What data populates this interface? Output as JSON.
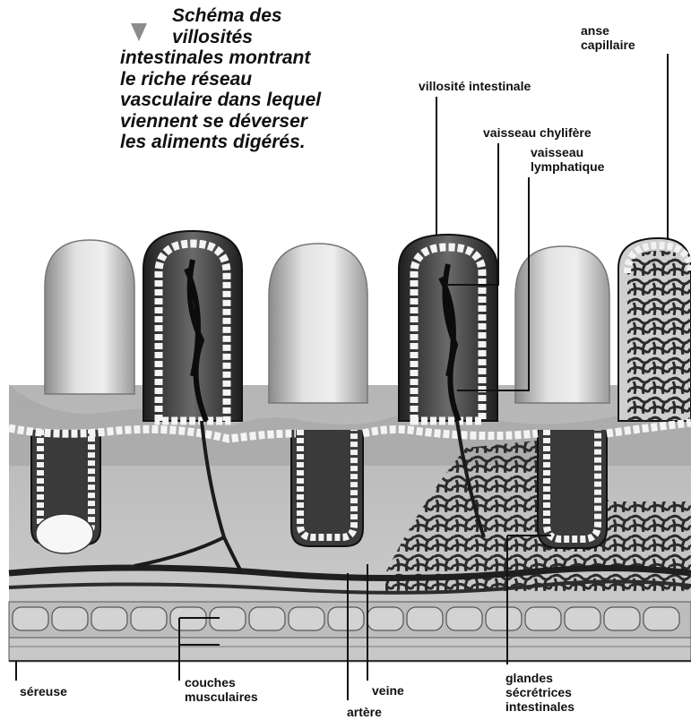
{
  "caption": {
    "lines": [
      "Schéma des",
      "villosités",
      "intestinales montrant",
      "le riche réseau",
      "vasculaire dans lequel",
      "viennent se déverser",
      "les aliments digérés."
    ]
  },
  "labels": {
    "anse_capillaire": [
      "anse",
      "capillaire"
    ],
    "villosite_intestinale": "villosité intestinale",
    "vaisseau_chylifere": "vaisseau chylifère",
    "vaisseau_lymphatique": [
      "vaisseau",
      "lymphatique"
    ],
    "sereuse": "séreuse",
    "couches_musculaires": [
      "couches",
      "musculaires"
    ],
    "veine": "veine",
    "artere": "artère",
    "glandes": [
      "glandes",
      "sécrétrices",
      "intestinales"
    ]
  },
  "colors": {
    "villus_fill": "#d9d9d9",
    "tissue_fill": "#bdbdbd",
    "vessel": "#2a2a2a",
    "text": "#111111"
  },
  "icons": [
    "triangle-bullet-icon"
  ]
}
